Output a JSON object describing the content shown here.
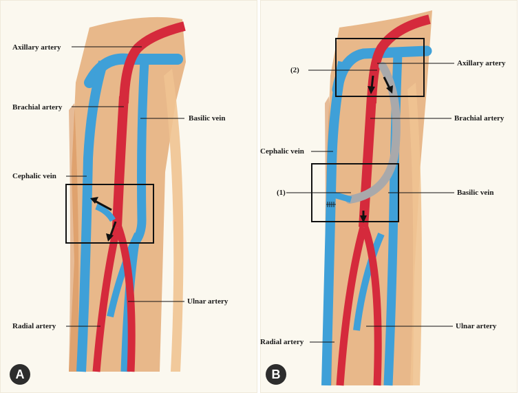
{
  "figure": {
    "panels": [
      {
        "badge": "A",
        "labels": {
          "axillary_artery": "Axillary artery",
          "brachial_artery": "Brachial artery",
          "basilic_vein": "Basilic vein",
          "cephalic_vein": "Cephalic vein",
          "ulnar_artery": "Ulnar artery",
          "radial_artery": "Radial artery"
        }
      },
      {
        "badge": "B",
        "labels": {
          "marker_2": "(2)",
          "axillary_artery": "Axillary artery",
          "brachial_artery": "Brachial artery",
          "cephalic_vein": "Cephalic vein",
          "marker_1": "(1)",
          "basilic_vein": "Basilic vein",
          "ulnar_artery": "Ulnar artery",
          "radial_artery": "Radial artery"
        }
      }
    ]
  },
  "colors": {
    "skin": "#e6b07e",
    "skin_light": "#f0c99d",
    "artery": "#d52a3c",
    "vein": "#3fa0d8",
    "graft": "#a9a9ab",
    "box": "#111111"
  }
}
